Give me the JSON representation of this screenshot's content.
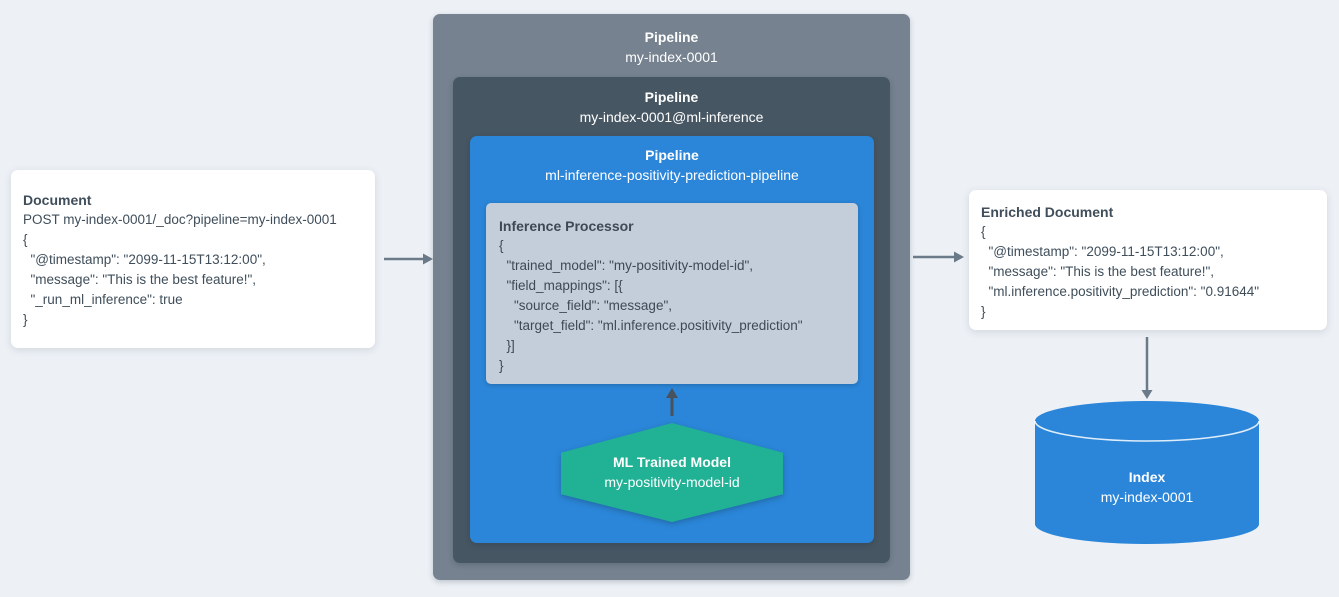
{
  "colors": {
    "background": "#edf1f6",
    "pipeline_outer": "#76828f",
    "pipeline_middle": "#475663",
    "pipeline_inner": "#2b86d9",
    "processor_bg": "#c4ceda",
    "model_hexagon": "#21b195",
    "index_cylinder": "#2b86d9",
    "card_bg": "#ffffff",
    "text_dark": "#3f4e5a",
    "text_light": "#ffffff",
    "arrow_gray": "#6b7a88",
    "arrow_dark": "#47525c"
  },
  "document_card": {
    "title": "Document",
    "lines": [
      "POST my-index-0001/_doc?pipeline=my-index-0001",
      "{",
      "  \"@timestamp\": \"2099-11-15T13:12:00\",",
      "  \"message\": \"This is the best feature!\",",
      "  \"_run_ml_inference\": true",
      "}"
    ]
  },
  "pipelines": {
    "outer": {
      "label": "Pipeline",
      "name": "my-index-0001"
    },
    "middle": {
      "label": "Pipeline",
      "name": "my-index-0001@ml-inference"
    },
    "inner": {
      "label": "Pipeline",
      "name": "ml-inference-positivity-prediction-pipeline"
    }
  },
  "inference_processor": {
    "title": "Inference Processor",
    "lines": [
      "{",
      "  \"trained_model\": \"my-positivity-model-id\",",
      "  \"field_mappings\": [{",
      "    \"source_field\": \"message\",",
      "    \"target_field\": \"ml.inference.positivity_prediction\"",
      "  }]",
      "}"
    ]
  },
  "ml_trained_model": {
    "title": "ML Trained Model",
    "name": "my-positivity-model-id"
  },
  "enriched_document_card": {
    "title": "Enriched Document",
    "lines": [
      "{",
      "  \"@timestamp\": \"2099-11-15T13:12:00\",",
      "  \"message\": \"This is the best feature!\",",
      "  \"ml.inference.positivity_prediction\": \"0.91644\"",
      "}"
    ]
  },
  "index": {
    "title": "Index",
    "name": "my-index-0001"
  }
}
